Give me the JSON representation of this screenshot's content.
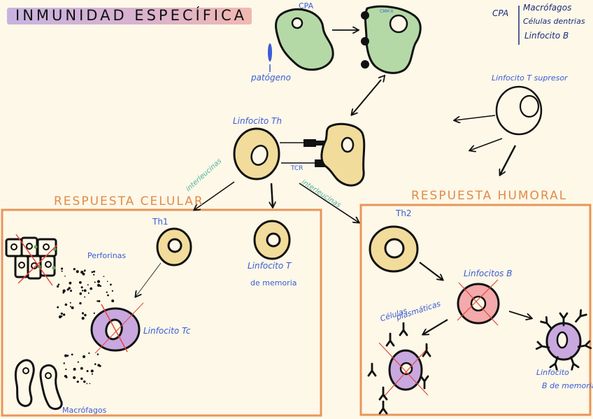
{
  "title": "INMUNIDAD ESPECÍFICA",
  "colors": {
    "background": "#fdf8e8",
    "label_blue": "#3b5bd6",
    "section_orange": "#e28a4a",
    "interleukin_teal": "#4fb39a",
    "cpa_green": "#b5d9a6",
    "lymphocyte_yellow": "#f2dc9b",
    "tc_purple": "#c9a8e0",
    "b_pink": "#f4a9ab",
    "cross_red": "#e0473f",
    "title_gradient": [
      "#c7b3e0",
      "#f1b8b1"
    ]
  },
  "legend": {
    "key": "CPA",
    "items": [
      "Macrófagos",
      "Células dentrias",
      "Linfocito B"
    ]
  },
  "top": {
    "cpa_label": "CPA",
    "mhc_label": "CMH II",
    "pathogen_label": "patógeno",
    "th_label": "Linfocito Th",
    "tcr_label": "TCR",
    "suppressor_label": "Linfocito T supresor",
    "interleukins_left": "interleucinas",
    "interleukins_right": "interleucinas"
  },
  "cellular": {
    "title": "RESPUESTA CELULAR",
    "th1_label": "Th1",
    "memory_t_label_1": "Linfocito T",
    "memory_t_label_2": "de memoria",
    "perforins_label": "Perforinas",
    "tc_label": "Linfocito Tc",
    "macrophages_label": "Macrófagos"
  },
  "humoral": {
    "title": "RESPUESTA HUMORAL",
    "th2_label": "Th2",
    "b_label": "Linfocitos B",
    "plasma_label_1": "Células",
    "plasma_label_2": "plasmáticas",
    "memory_b_label_1": "Linfocito",
    "memory_b_label_2": "B de memoria"
  }
}
